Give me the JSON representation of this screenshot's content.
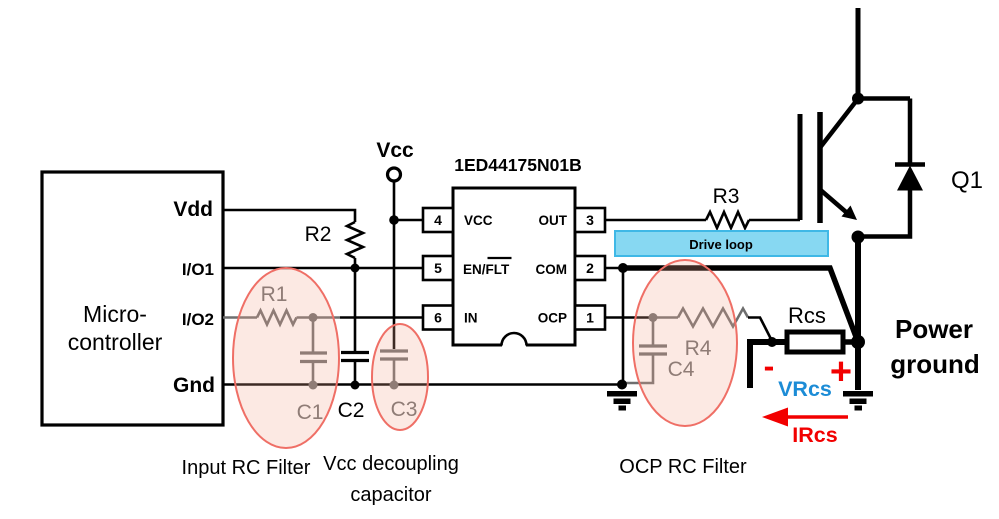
{
  "mcu": {
    "name_line1": "Micro-",
    "name_line2": "controller",
    "pin_vdd": "Vdd",
    "pin_io1": "I/O1",
    "pin_io2": "I/O2",
    "pin_gnd": "Gnd"
  },
  "supply": {
    "vcc": "Vcc"
  },
  "ic": {
    "part_number": "1ED44175N01B",
    "pin4": "4",
    "pin5": "5",
    "pin6": "6",
    "pin3": "3",
    "pin2": "2",
    "pin1": "1",
    "name_vcc": "VCC",
    "name_en_prefix": "EN/",
    "name_flt_overlined": "FLT",
    "name_in": "IN",
    "name_out": "OUT",
    "name_com": "COM",
    "name_ocp": "OCP"
  },
  "components": {
    "r1": "R1",
    "r2": "R2",
    "r3": "R3",
    "r4": "R4",
    "c1": "C1",
    "c2": "C2",
    "c3": "C3",
    "c4": "C4",
    "rcs": "Rcs",
    "q1": "Q1"
  },
  "annotations": {
    "drive_loop": "Drive loop",
    "power_ground_line1": "Power",
    "power_ground_line2": "ground",
    "minus": "-",
    "plus": "+",
    "vrcs": "VRcs",
    "ircs": "IRcs",
    "input_rc_filter": "Input RC Filter",
    "vcc_decoupling_line1": "Vcc decoupling",
    "vcc_decoupling_line2": "capacitor",
    "ocp_rc_filter": "OCP RC Filter"
  },
  "colors": {
    "wire": "#000000",
    "gray_component": "#6e6e6e",
    "highlight_stroke": "#ef6f66",
    "highlight_fill": "#f4a68f",
    "drive_loop_fill": "#87d8f2",
    "drive_loop_border": "#3fb8e6",
    "vrcs_blue": "#1c8cd6",
    "annotation_red": "#f20000"
  }
}
